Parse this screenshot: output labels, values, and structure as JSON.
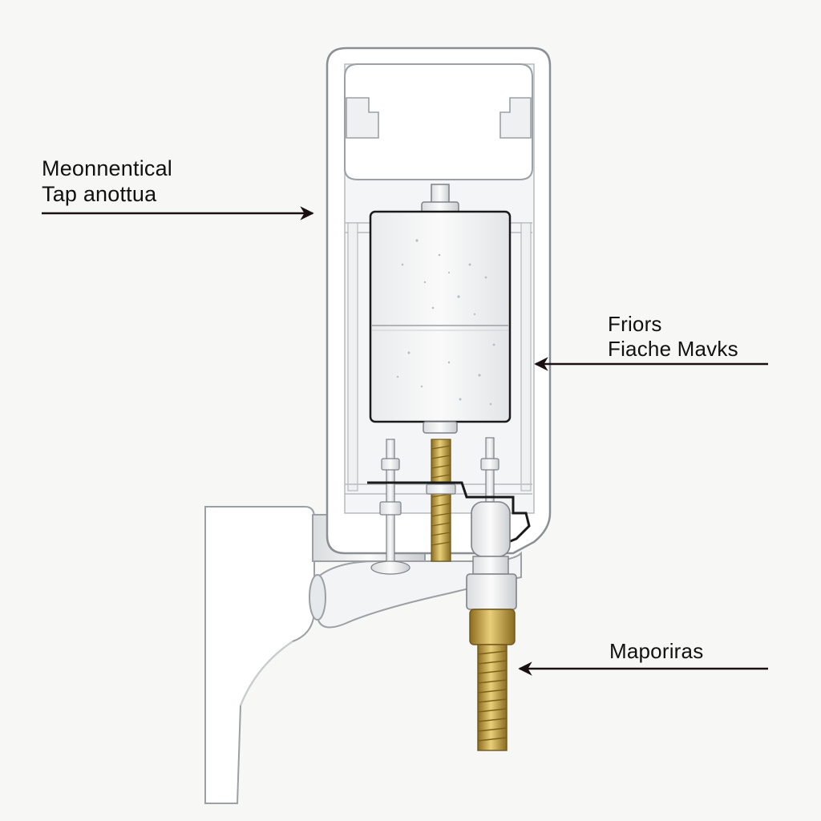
{
  "callouts": {
    "top_left": {
      "line1": "Meonnentical",
      "line2": "Tap anottua"
    },
    "right": {
      "line1": "Friors",
      "line2": "Fiache Mavks"
    },
    "bottom_right": {
      "line1": "Maporiras"
    }
  },
  "colors": {
    "background": "#f7f8f6",
    "housing": "#ffffff",
    "outline": "#8a8f93",
    "brass": "#c9a548",
    "arrow": "#1a0f12",
    "text": "#111111"
  }
}
